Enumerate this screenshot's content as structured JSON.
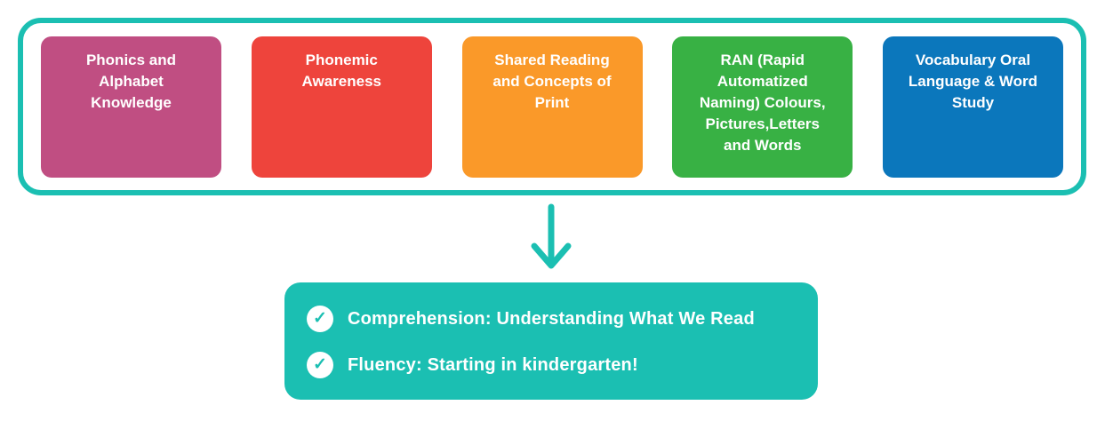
{
  "palette": {
    "teal": "#1bbfb2",
    "background": "#ffffff",
    "text_light": "#ffffff"
  },
  "pillars": {
    "items": [
      {
        "label": "Phonics and Alphabet Knowledge",
        "color": "#c04e82"
      },
      {
        "label": "Phonemic Awareness",
        "color": "#ee443c"
      },
      {
        "label": "Shared Reading and Concepts of Print",
        "color": "#fa9929"
      },
      {
        "label": "RAN (Rapid Automatized Naming) Colours, Pictures,Letters and Words",
        "color": "#38b144"
      },
      {
        "label": "Vocabulary Oral Language & Word Study",
        "color": "#0b77bc"
      }
    ]
  },
  "arrow": {
    "name": "down-arrow"
  },
  "outcomes": {
    "background": "#1bbfb2",
    "check_glyph": "✓",
    "items": [
      {
        "icon": "check-icon",
        "label": "Comprehension: Understanding What We Read"
      },
      {
        "icon": "check-icon",
        "label": "Fluency: Starting in kindergarten!"
      }
    ]
  }
}
